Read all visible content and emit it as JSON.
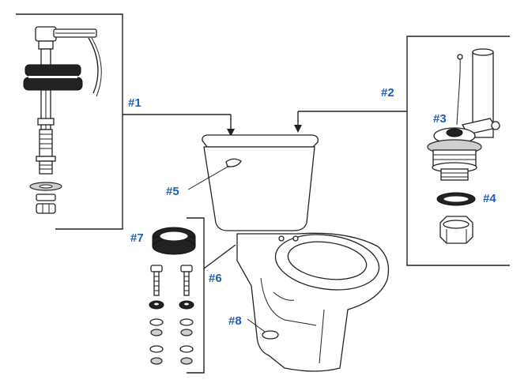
{
  "callouts": {
    "c1": "#1",
    "c2": "#2",
    "c3": "#3",
    "c4": "#4",
    "c5": "#5",
    "c6": "#6",
    "c7": "#7",
    "c8": "#8"
  },
  "colors": {
    "callout": "#1f5fb5",
    "line": "#222222",
    "background": "#ffffff"
  }
}
